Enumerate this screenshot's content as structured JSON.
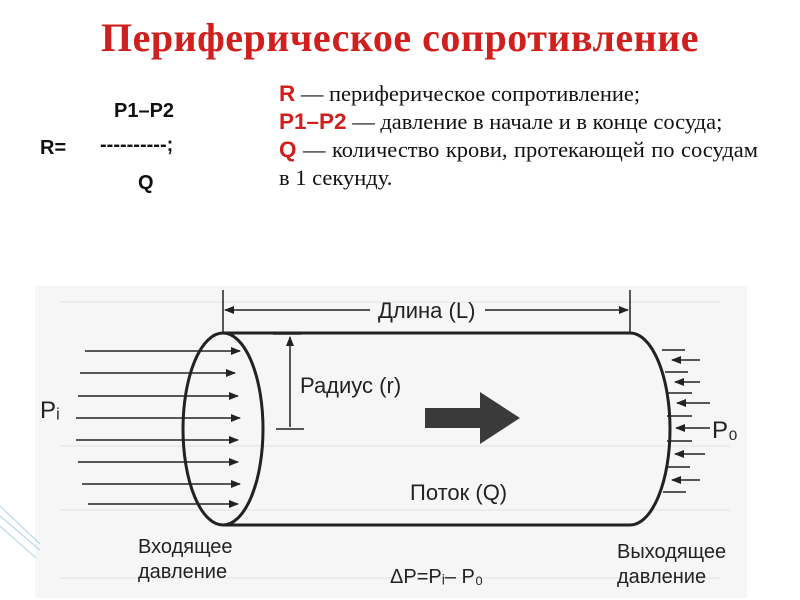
{
  "title": "Периферическое сопротивление",
  "formula": {
    "numerator": "P1–P2",
    "lhs": "R=",
    "bar": "----------;",
    "denominator": "Q"
  },
  "definitions": [
    {
      "symbol": "R",
      "text": "— периферическое сопротивление;"
    },
    {
      "symbol": "P1–P2",
      "text": "— давление в начале и в конце сосуда;"
    },
    {
      "symbol": "Q",
      "text": "— количество крови, протекающей по сосудам в 1 секунду."
    }
  ],
  "diagram": {
    "length_label": "Длина (L)",
    "radius_label": "Радиус (r)",
    "flow_label": "Поток (Q)",
    "pi_label": "Pᵢ",
    "po_label": "P₀",
    "inlet_line1": "Входящее",
    "inlet_line2": "давление",
    "outlet_line1": "Выходящее",
    "outlet_line2": "давление",
    "formula_label": "ΔP=Pᵢ– P₀"
  }
}
